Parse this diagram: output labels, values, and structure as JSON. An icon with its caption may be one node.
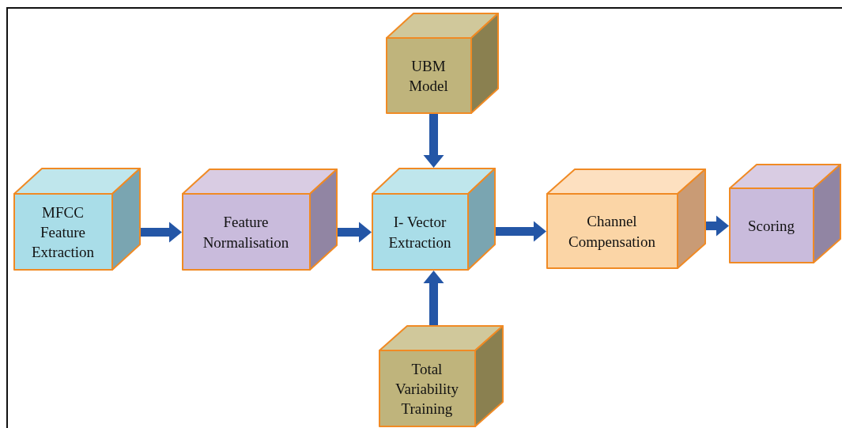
{
  "diagram": {
    "nodes": [
      {
        "text": [
          "UBM Model"
        ]
      },
      {
        "text": [
          "MFCC Feature Extraction"
        ]
      },
      {
        "text": [
          "Feature Normalisation"
        ]
      },
      {
        "text": [
          "I- Vector Extraction"
        ]
      },
      {
        "text": [
          "Total Variability Training"
        ]
      },
      {
        "text": [
          "Channel Compensation"
        ]
      },
      {
        "text": [
          "Scoring"
        ]
      }
    ],
    "edges": [
      {
        "from": 1,
        "to": 2,
        "arrow": "to"
      },
      {
        "from": 2,
        "to": 3,
        "arrow": "to"
      },
      {
        "from": 0,
        "to": 3,
        "arrow": "to"
      },
      {
        "from": 4,
        "to": 3,
        "arrow": "to"
      },
      {
        "from": 3,
        "to": 5,
        "arrow": "to"
      },
      {
        "from": 5,
        "to": 6,
        "arrow": "to"
      }
    ]
  }
}
